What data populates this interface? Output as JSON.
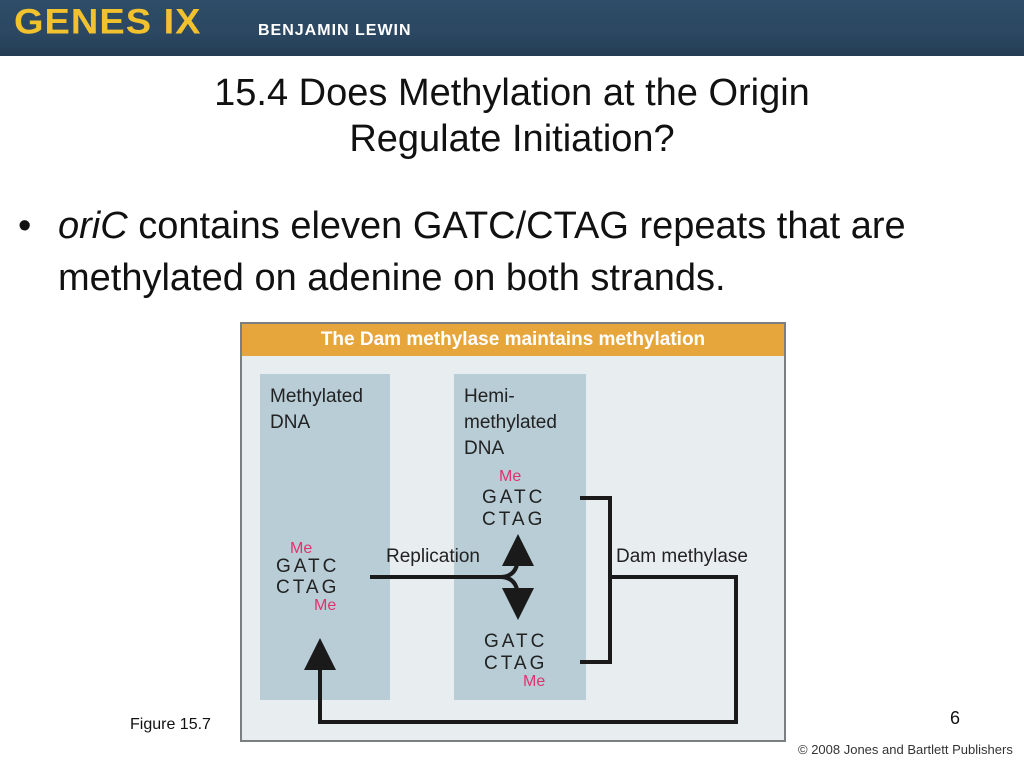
{
  "header": {
    "brand": "GENES IX",
    "author": "BENJAMIN LEWIN"
  },
  "slide": {
    "title_line1": "15.4 Does Methylation at the Origin",
    "title_line2": "Regulate Initiation?",
    "bullet_glyph": "•",
    "bullet_italic": "oriC",
    "bullet_rest": " contains eleven GATC/CTAG repeats that are methylated on adenine on both strands.",
    "caption": "Figure 15.7",
    "page_number": "6",
    "copyright": "© 2008 Jones and Bartlett Publishers"
  },
  "figure": {
    "header": "The Dam methylase maintains methylation",
    "panel_left_label": [
      "Methylated",
      "DNA"
    ],
    "panel_right_label": [
      "Hemi-",
      "methylated",
      "DNA"
    ],
    "methylated_top": "GATC",
    "methylated_bottom": "CTAG",
    "hemi_top_strand1": "GATC",
    "hemi_top_strand2": "CTAG",
    "hemi_bottom_strand1": "GATC",
    "hemi_bottom_strand2": "CTAG",
    "me_label": "Me",
    "replication_label": "Replication",
    "dam_label": "Dam methylase",
    "colors": {
      "header_bg": "#e7a63c",
      "panel_bg": "#b8cdd6",
      "figure_bg": "#e8edf0",
      "me_color": "#e0336e",
      "arrow_color": "#1a1a1a"
    }
  }
}
